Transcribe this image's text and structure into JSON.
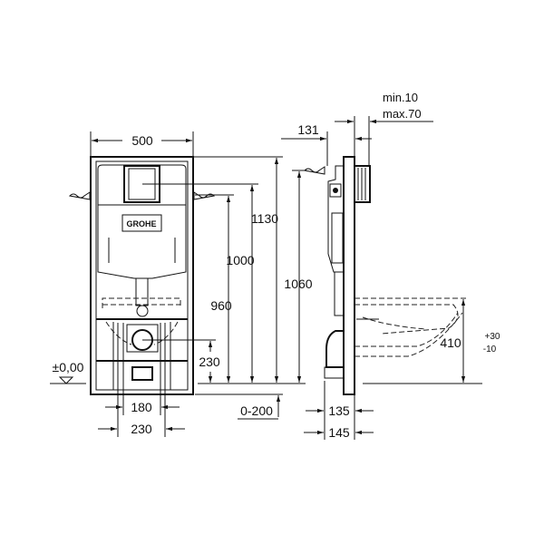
{
  "front_view": {
    "logo": "GROHE",
    "dims": {
      "width": "500",
      "h1130": "1130",
      "h1000": "1000",
      "h960": "960",
      "h1060": "1060",
      "h230": "230",
      "floor_range": "0-200",
      "w180": "180",
      "w230": "230",
      "floor_level": "±0,00"
    }
  },
  "side_view": {
    "dims": {
      "d131": "131",
      "min": "min.10",
      "max": "max.70",
      "h410": "410",
      "tol_plus": "+30",
      "tol_minus": "-10",
      "d135": "135",
      "d145": "145"
    }
  }
}
